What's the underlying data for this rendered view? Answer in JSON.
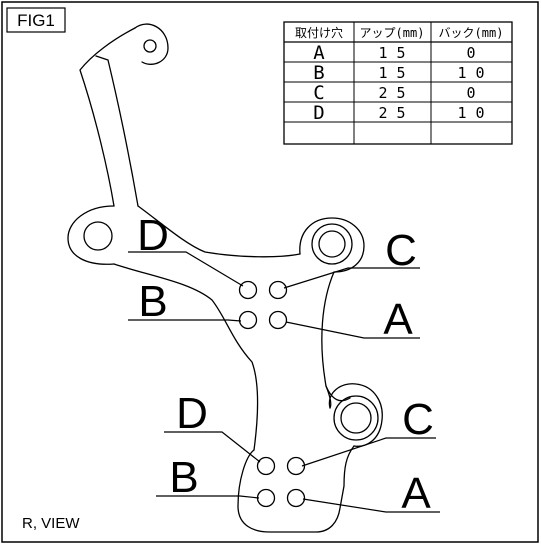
{
  "figure": {
    "label": "FIG1",
    "view_label": "R, VIEW"
  },
  "table": {
    "headers": [
      "取付け穴",
      "アップ(mm)",
      "バック(mm)"
    ],
    "rows": [
      {
        "hole": "A",
        "up": "1 5",
        "back": "0"
      },
      {
        "hole": "B",
        "up": "1 5",
        "back": "1 0"
      },
      {
        "hole": "C",
        "up": "2 5",
        "back": "0"
      },
      {
        "hole": "D",
        "up": "2 5",
        "back": "1 0"
      }
    ]
  },
  "upper_labels": {
    "d": "D",
    "c": "C",
    "b": "B",
    "a": "A"
  },
  "lower_labels": {
    "d": "D",
    "c": "C",
    "b": "B",
    "a": "A"
  },
  "colors": {
    "line": "#000000",
    "background": "#ffffff"
  }
}
